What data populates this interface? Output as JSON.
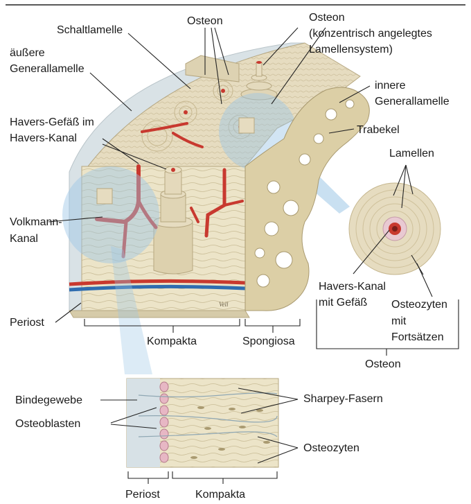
{
  "labels": {
    "schaltlamelle": "Schaltlamelle",
    "osteon_top": "Osteon",
    "osteon_konz_1": "Osteon",
    "osteon_konz_2": "(konzentrisch angelegtes",
    "osteon_konz_3": "Lamellensystem)",
    "aeussere_1": "äußere",
    "aeussere_2": "Generallamelle",
    "innere_1": "innere",
    "innere_2": "Generallamelle",
    "havers_gefaess_1": "Havers-Gefäß im",
    "havers_gefaess_2": "Havers-Kanal",
    "trabekel": "Trabekel",
    "lamellen": "Lamellen",
    "volkmann_1": "Volkmann-",
    "volkmann_2": "Kanal",
    "havers_kanal_1": "Havers-Kanal",
    "havers_kanal_2": "mit Gefäß",
    "osteozyten_fort_1": "Osteozyten",
    "osteozyten_fort_2": "mit",
    "osteozyten_fort_3": "Fortsätzen",
    "periost": "Periost",
    "kompakta": "Kompakta",
    "spongiosa": "Spongiosa",
    "osteon_bottom": "Osteon",
    "bindegewebe": "Bindegewebe",
    "osteoblasten": "Osteoblasten",
    "sharpey": "Sharpey-Fasern",
    "osteozyten": "Osteozyten",
    "periost_detail": "Periost",
    "kompakta_detail": "Kompakta",
    "signature": "Vell"
  },
  "colors": {
    "bone": "#e6dcc0",
    "bone_dark": "#cbbd98",
    "vessel_red": "#c8392f",
    "vessel_blue": "#2f6db0",
    "highlight_blue": "#9cc6e6",
    "periost_gray": "#cfd8dc",
    "osteoblast_pink": "#e7b7c4"
  }
}
